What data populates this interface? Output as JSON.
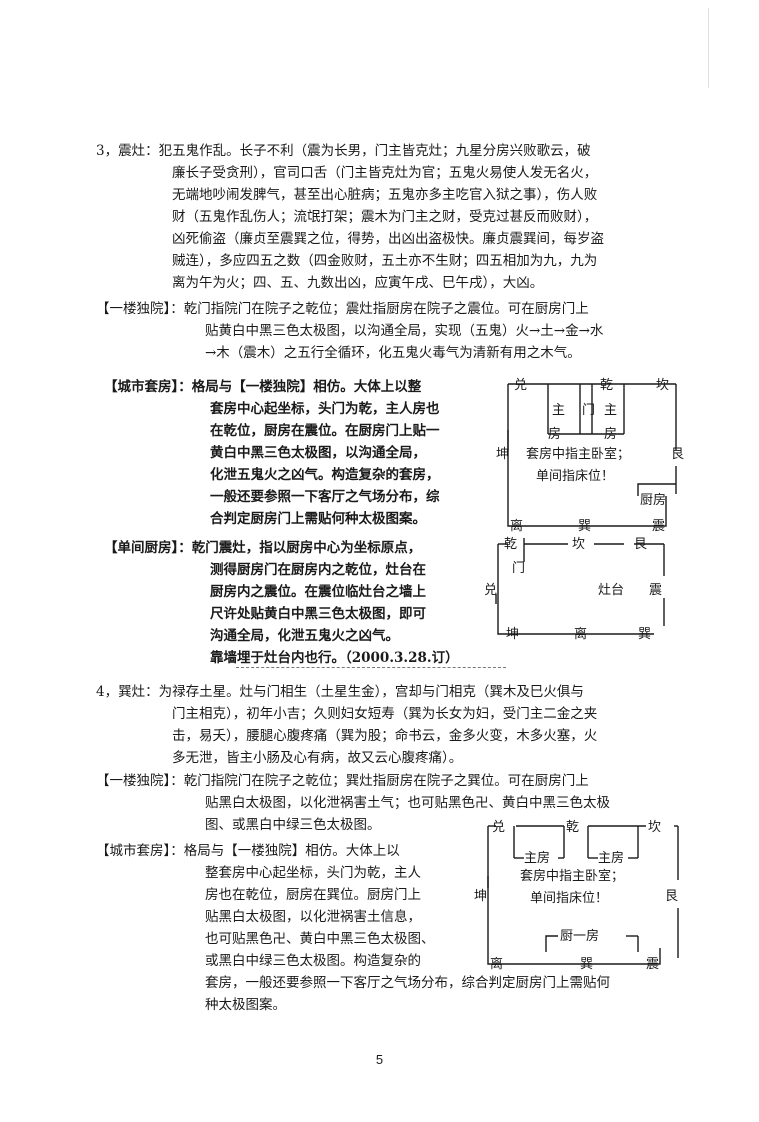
{
  "section3": {
    "lines": [
      "3，震灶：犯五鬼作乱。长子不利（震为长男，门主皆克灶；九星分房兴败歌云，破",
      "廉长子受贪刑），官司口舌（门主皆克灶为官；五鬼火易使人发无名火，",
      "无端地吵闹发脾气，甚至出心脏病；五鬼亦多主吃官入狱之事），伤人败",
      "财（五鬼作乱伤人；流氓打架；震木为门主之财，受克过甚反而败财），",
      "凶死偷盗（廉贞至震巽之位，得势，出凶出盗极快。廉贞震巽间，每岁盗",
      "贼连），多应四五之数（四金败财，五土亦不生财；四五相加为九，九为",
      "离为午为火；四、五、九数出凶，应寅午戌、巳午戌），大凶。"
    ],
    "yilou": [
      "【一楼独院】：乾门指院门在院子之乾位；震灶指厨房在院子之震位。可在厨房门上",
      "贴黄白中黑三色太极图，以沟通全局，实现（五鬼）火→土→金→水",
      "→木（震木）之五行全循环，化五鬼火毒气为清新有用之木气。"
    ],
    "chengshi": [
      "【城市套房】：格局与【一楼独院】相仿。大体上以整",
      "套房中心起坐标，头门为乾，主人房也",
      "在乾位，厨房在震位。在厨房门上贴一",
      "黄白中黑三色太极图，以沟通全局，",
      "化泄五鬼火之凶气。构造复杂的套房，",
      "一般还要参照一下客厅之气场分布，综",
      "合判定厨房门上需贴何种太极图案。"
    ],
    "danjian": [
      "【单间厨房】：乾门震灶，指以厨房中心为坐标原点，",
      "测得厨房门在厨房内之乾位，灶台在",
      "厨房内之震位。在震位临灶台之墙上",
      "尺许处贴黄白中黑三色太极图，即可",
      "沟通全局，化泄五鬼火之凶气。",
      "靠墙埋于灶台内也行。（2000.3.28.订）"
    ],
    "diagram1": {
      "dui": "兑",
      "qian": "乾",
      "kan": "坎",
      "kun": "坤",
      "gen": "艮",
      "li": "离",
      "xun": "巽",
      "zhen": "震",
      "zhu1": "主",
      "men": "门",
      "zhu2": "主",
      "fang1": "房",
      "fang2": "房",
      "note1": "套房中指主卧室；",
      "note2": "单间指床位！",
      "chufang": "厨房"
    },
    "diagram2": {
      "qian": "乾",
      "kan": "坎",
      "gen": "艮",
      "dui": "兑",
      "men": "门",
      "zaotai": "灶台",
      "zhen": "震",
      "kun": "坤",
      "li": "离",
      "xun": "巽"
    }
  },
  "section4": {
    "lines": [
      "4，巽灶：为禄存土星。灶与门相生（土星生金），宫却与门相克（巽木及巳火俱与",
      "门主相克），初年小吉；久则妇女短寿（巽为长女为妇，受门主二金之夹",
      "击，易夭），腰腿心腹疼痛（巽为股；命书云，金多火变，木多火塞，火",
      "多无泄，皆主小肠及心有病，故又云心腹疼痛）。"
    ],
    "yilou": [
      "【一楼独院】：乾门指院门在院子之乾位；巽灶指厨房在院子之巽位。可在厨房门上",
      "贴黑白太极图，以化泄祸害土气；也可贴黑色卍、黄白中黑三色太极",
      "图、或黑白中绿三色太极图。"
    ],
    "chengshi": [
      "【城市套房】：格局与【一楼独院】相仿。大体上以",
      "整套房中心起坐标，头门为乾，主人",
      "房也在乾位，厨房在巽位。厨房门上",
      "贴黑白太极图，以化泄祸害土信息，",
      "也可贴黑色卍、黄白中黑三色太极图、",
      "或黑白中绿三色太极图。构造复杂的"
    ],
    "chengshi_tail": [
      "套房，一般还要参照一下客厅之气场分布，综合判定厨房门上需贴何",
      "种太极图案。"
    ],
    "diagram3": {
      "dui": "兑",
      "qian": "乾",
      "kan": "坎",
      "zhufang1": "主房",
      "zhufang2": "主房",
      "kun": "坤",
      "note1": "套房中指主卧室；",
      "note2": "单间指床位！",
      "gen": "艮",
      "chufang": "厨一房",
      "li": "离",
      "xun": "巽",
      "zhen": "震"
    }
  },
  "page_number": "5"
}
